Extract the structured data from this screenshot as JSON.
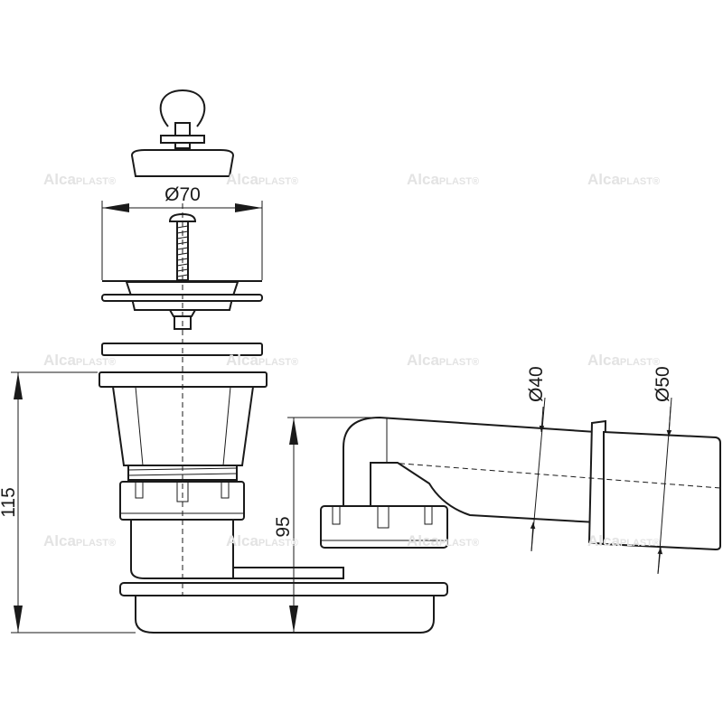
{
  "watermark": {
    "brand": "Alca",
    "suffix": "PLAST",
    "mark": "®"
  },
  "dimensions": {
    "stopper_diameter": "Ø70",
    "pipe_inner_diameter": "Ø40",
    "pipe_outer_diameter": "Ø50",
    "total_height": "115",
    "outlet_height": "95"
  },
  "colors": {
    "line": "#1a1a1a",
    "watermark": "#e6e6e6"
  }
}
